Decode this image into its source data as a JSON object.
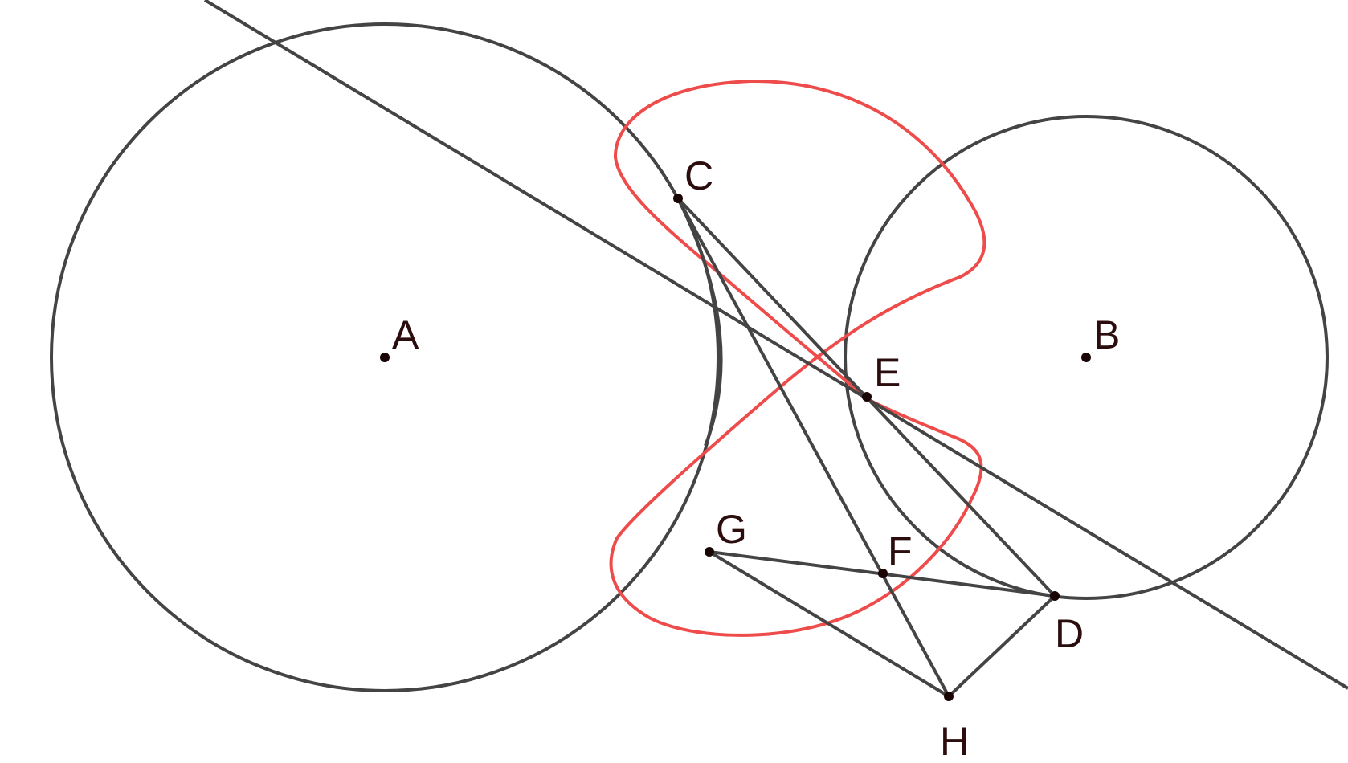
{
  "figure": {
    "colors": {
      "background": "#ffffff",
      "construction": "#444444",
      "curve": "#ee4b4b",
      "point": "#1a0505",
      "label": "#2b0d0d"
    },
    "labels": {
      "A": "A",
      "B": "B",
      "C": "C",
      "D": "D",
      "E": "E",
      "F": "F",
      "G": "G",
      "H": "H"
    }
  }
}
